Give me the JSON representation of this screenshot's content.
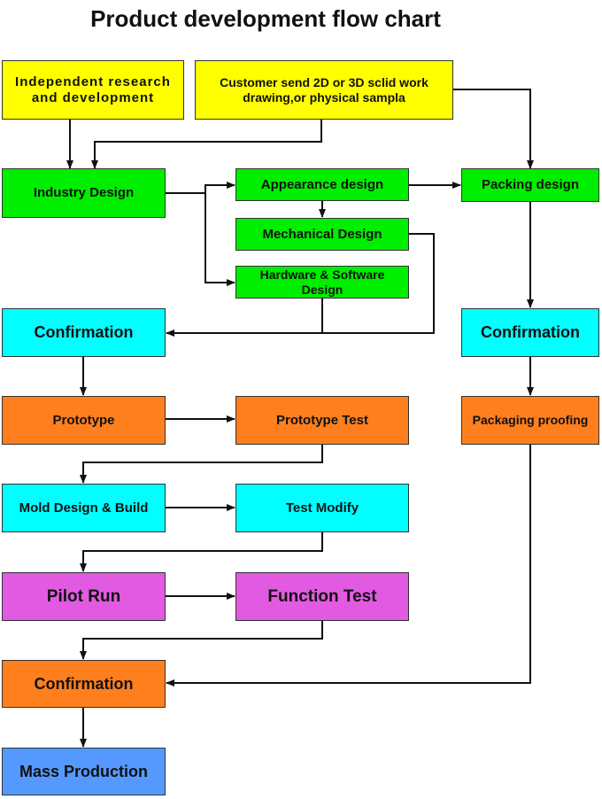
{
  "title": "Product development flow chart",
  "colors": {
    "yellow": "#ffff00",
    "green": "#00ee00",
    "cyan": "#00ffff",
    "orange": "#ff7f1e",
    "magenta": "#e25ae2",
    "blue": "#5599ff"
  },
  "nodes": {
    "independent_rd": "Independent research and development",
    "customer_send": "Customer send 2D or 3D sclid work drawing,or physical sampla",
    "industry_design": "Industry Design",
    "appearance_design": "Appearance design",
    "mechanical_design": "Mechanical Design",
    "hw_sw_design": "Hardware & Software Design",
    "packing_design": "Packing design",
    "confirmation_1": "Confirmation",
    "confirmation_2": "Confirmation",
    "prototype": "Prototype",
    "prototype_test": "Prototype Test",
    "packaging_proofing": "Packaging proofing",
    "mold_design": "Mold Design & Build",
    "test_modify": "Test Modify",
    "pilot_run": "Pilot Run",
    "function_test": "Function Test",
    "confirmation_3": "Confirmation",
    "mass_production": "Mass Production"
  }
}
